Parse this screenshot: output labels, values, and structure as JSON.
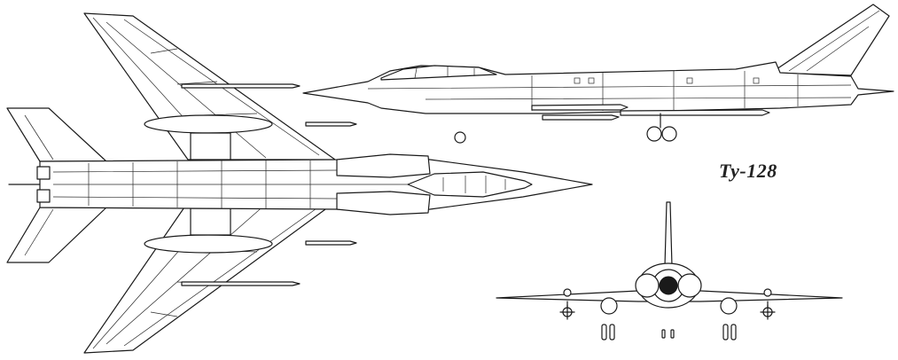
{
  "caption": "Ty-128",
  "views": [
    {
      "name": "plan-view"
    },
    {
      "name": "side-view"
    },
    {
      "name": "front-view"
    }
  ]
}
